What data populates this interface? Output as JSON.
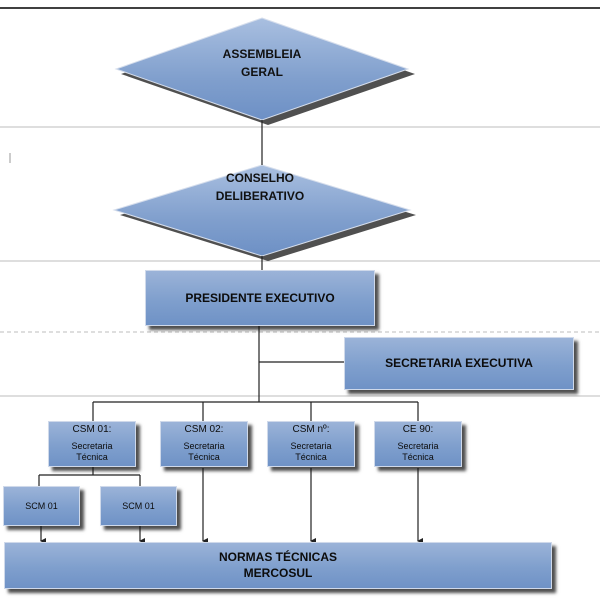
{
  "assembleia": {
    "line1": "ASSEMBLEIA",
    "line2": "GERAL"
  },
  "conselho": {
    "line1": "CONSELHO",
    "line2": "DELIBERATIVO"
  },
  "presidente": "PRESIDENTE EXECUTIVO",
  "secretaria_executiva": "SECRETARIA EXECUTIVA",
  "committees": [
    {
      "title": "CSM 01:",
      "sub1": "Secretaria",
      "sub2": "Técnica"
    },
    {
      "title": "CSM 02:",
      "sub1": "Secretaria",
      "sub2": "Técnica"
    },
    {
      "title": "CSM nº:",
      "sub1": "Secretaria",
      "sub2": "Técnica"
    },
    {
      "title": "CE 90:",
      "sub1": "Secretaria",
      "sub2": "Técnica"
    }
  ],
  "subcommittees": [
    "SCM 01",
    "SCM 01"
  ],
  "normas": {
    "line1": "NORMAS TÉCNICAS",
    "line2": "MERCOSUL"
  },
  "colors": {
    "shape_fill": "#7f9fcd",
    "shape_border": "#cfd9ea",
    "line": "#222222",
    "separator": "#bcbcbc"
  }
}
